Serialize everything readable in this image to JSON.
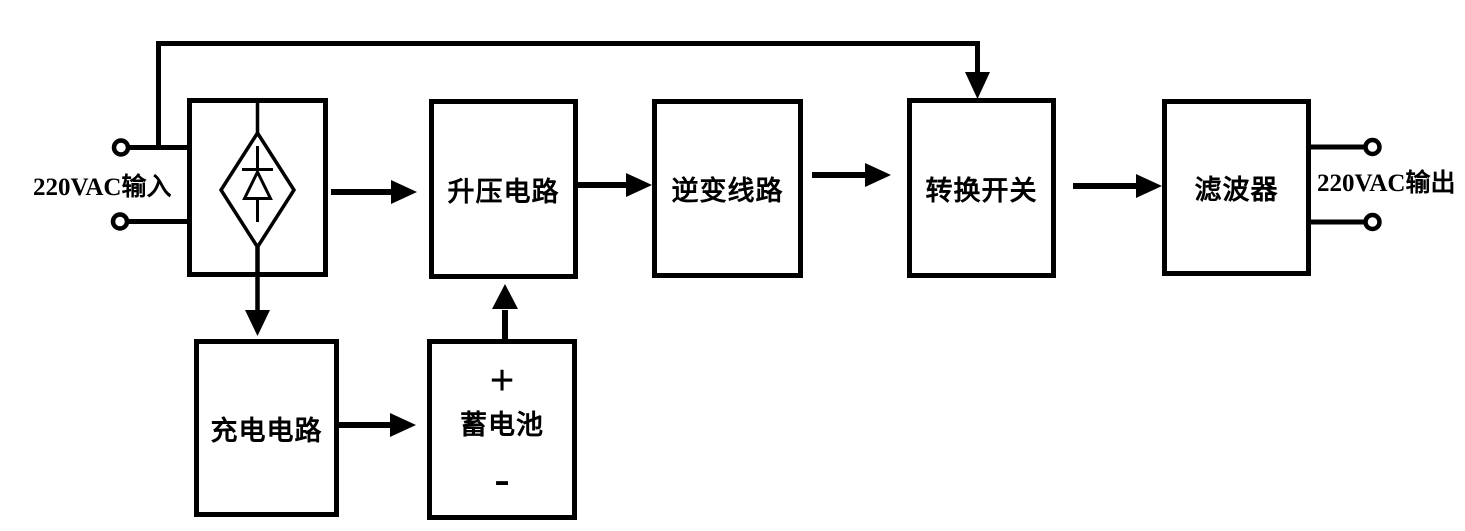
{
  "colors": {
    "line": "#000000",
    "background": "#ffffff"
  },
  "terminals": {
    "input_label": "220VAC输入",
    "output_label": "220VAC输出"
  },
  "blocks": {
    "rectifier": {
      "symbol": "bridge-diode"
    },
    "boost": {
      "label": "升压电路"
    },
    "inverter": {
      "label": "逆变线路"
    },
    "transfer_switch": {
      "label": "转换开关"
    },
    "filter": {
      "label": "滤波器"
    },
    "charger": {
      "label": "充电电路"
    },
    "battery": {
      "plus": "+",
      "label": "蓄电池",
      "minus": "-"
    }
  },
  "connections": [
    {
      "from": "ac-input",
      "to": "rectifier"
    },
    {
      "from": "ac-input",
      "to": "transfer_switch",
      "via": "top-bypass"
    },
    {
      "from": "rectifier",
      "to": "boost"
    },
    {
      "from": "boost",
      "to": "inverter"
    },
    {
      "from": "inverter",
      "to": "transfer_switch"
    },
    {
      "from": "transfer_switch",
      "to": "filter"
    },
    {
      "from": "filter",
      "to": "ac-output"
    },
    {
      "from": "rectifier",
      "to": "charger"
    },
    {
      "from": "charger",
      "to": "battery"
    },
    {
      "from": "battery",
      "to": "boost"
    }
  ]
}
